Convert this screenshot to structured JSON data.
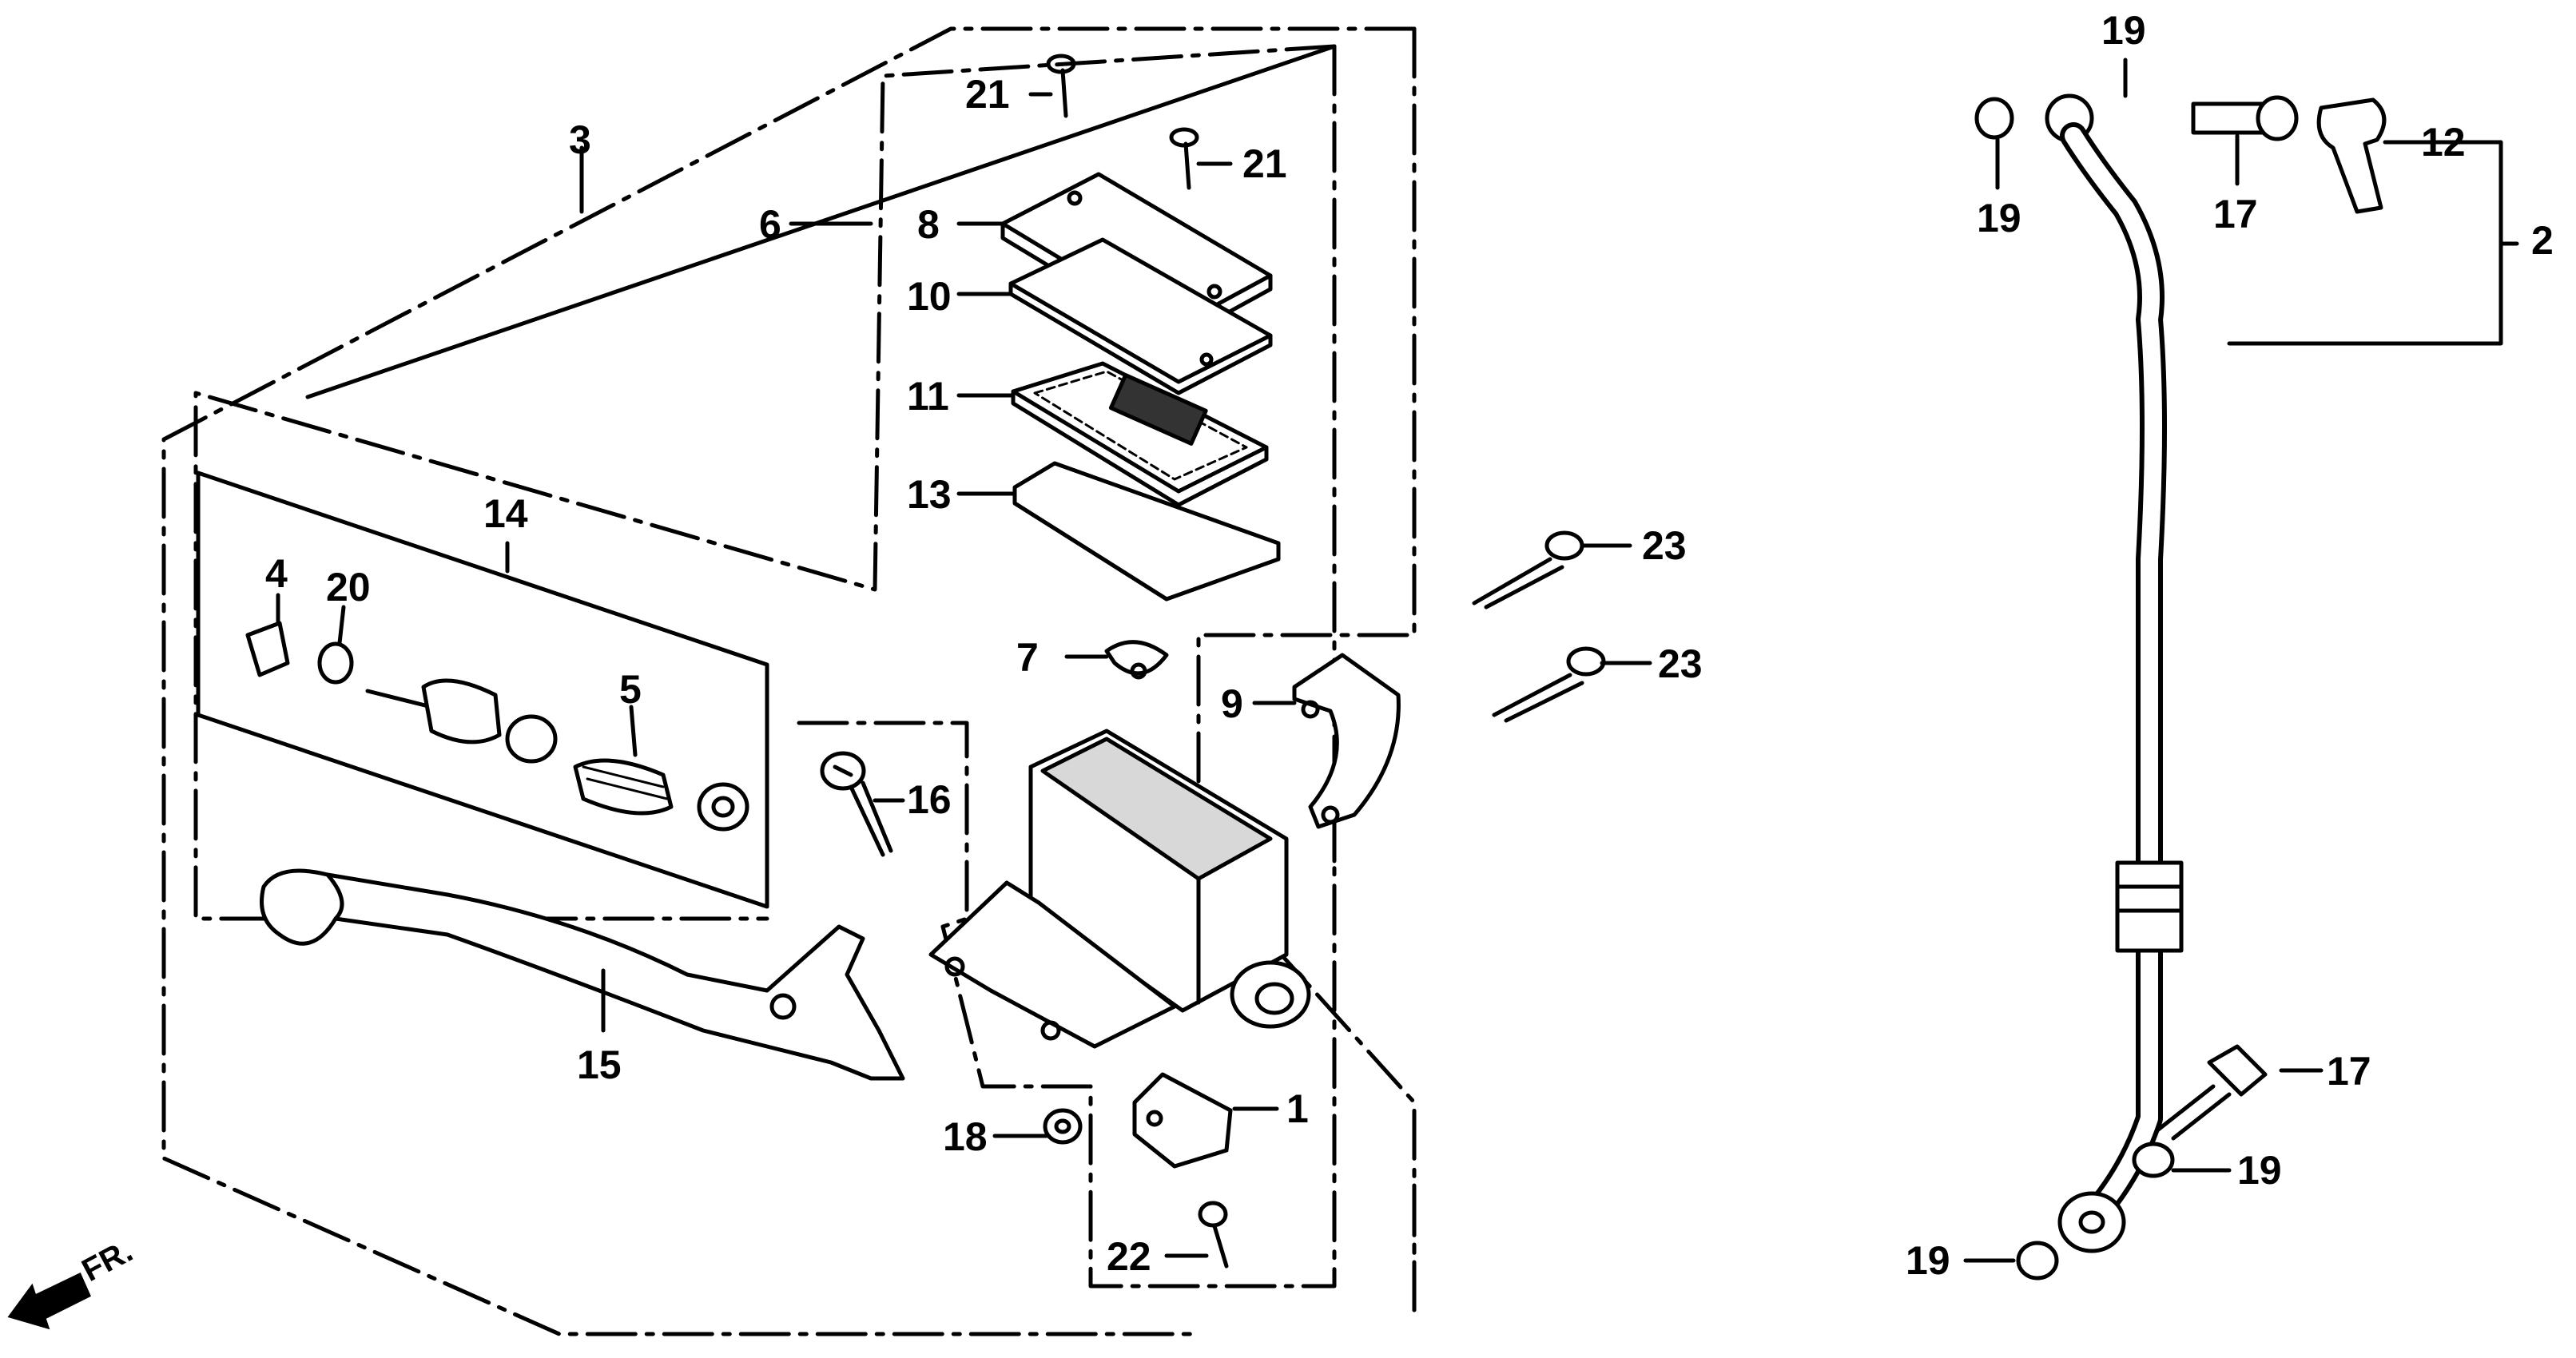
{
  "callouts": {
    "c1": "1",
    "c2": "2",
    "c3": "3",
    "c4": "4",
    "c5": "5",
    "c6": "6",
    "c7": "7",
    "c8": "8",
    "c9": "9",
    "c10": "10",
    "c11": "11",
    "c12": "12",
    "c13": "13",
    "c14": "14",
    "c15": "15",
    "c16": "16",
    "c17a": "17",
    "c17b": "17",
    "c18": "18",
    "c19a": "19",
    "c19b": "19",
    "c19c": "19",
    "c19d": "19",
    "c20": "20",
    "c21a": "21",
    "c21b": "21",
    "c22": "22",
    "c23a": "23",
    "c23b": "23"
  },
  "front_indicator": "FR.",
  "colors": {
    "ink": "#000000",
    "paper": "#ffffff",
    "shade": "#d8d8d8"
  }
}
